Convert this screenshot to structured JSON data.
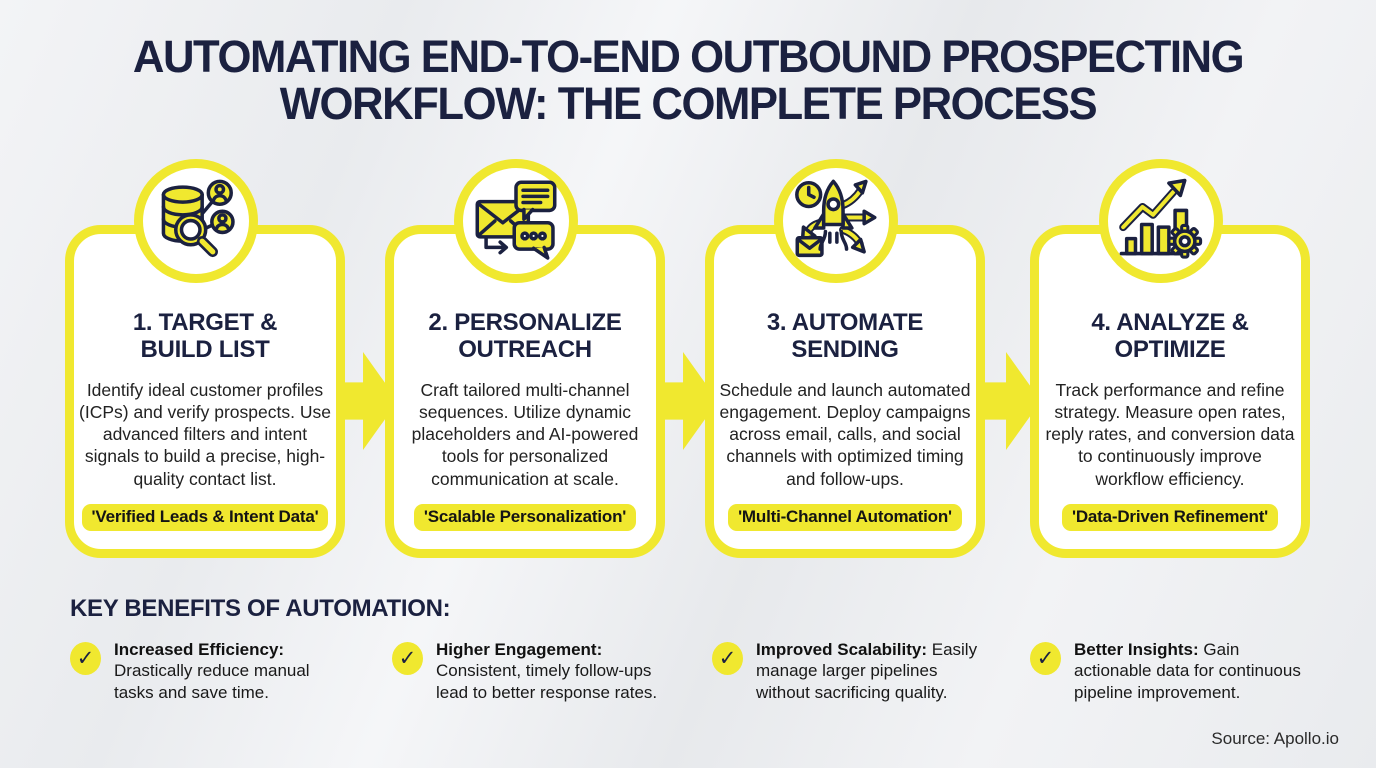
{
  "colors": {
    "yellow": "#F0E82F",
    "navy": "#1B2140",
    "background": "#EAECEF"
  },
  "header": {
    "title_line1": "AUTOMATING END-TO-END OUTBOUND PROSPECTING",
    "title_line2": "WORKFLOW: THE COMPLETE PROCESS"
  },
  "steps": [
    {
      "icon": "database-search-icon",
      "title": "1. TARGET & BUILD LIST",
      "description": "Identify ideal customer profiles (ICPs) and verify prospects. Use advanced filters and intent signals to build a precise, high-quality contact list.",
      "tag": "'Verified Leads & Intent Data'"
    },
    {
      "icon": "mail-chat-icon",
      "title": "2. PERSONALIZE OUTREACH",
      "description": "Craft tailored multi-channel sequences. Utilize dynamic placeholders and AI-powered tools for personalized communication at scale.",
      "tag": "'Scalable Personalization'"
    },
    {
      "icon": "rocket-launch-icon",
      "title": "3. AUTOMATE SENDING",
      "description": "Schedule and launch automated engagement. Deploy campaigns across email, calls, and social channels with optimized timing and follow-ups.",
      "tag": "'Multi-Channel Automation'"
    },
    {
      "icon": "chart-gear-icon",
      "title": "4. ANALYZE & OPTIMIZE",
      "description": "Track performance and refine strategy. Measure open rates, reply rates, and conversion data to continuously improve workflow efficiency.",
      "tag": "'Data-Driven Refinement'"
    }
  ],
  "benefits_section": {
    "heading": "KEY BENEFITS OF AUTOMATION:",
    "check_glyph": "✓",
    "items": [
      {
        "label": "Increased Efficiency:",
        "text": "Drastically reduce manual tasks and save time."
      },
      {
        "label": "Higher Engagement:",
        "text": "Consistent, timely follow-ups lead to better response rates."
      },
      {
        "label": "Improved Scalability:",
        "text": "Easily manage larger pipelines without sacrificing quality."
      },
      {
        "label": "Better Insights:",
        "text": "Gain actionable data for continuous pipeline improvement."
      }
    ]
  },
  "footer": {
    "source": "Source: Apollo.io"
  }
}
